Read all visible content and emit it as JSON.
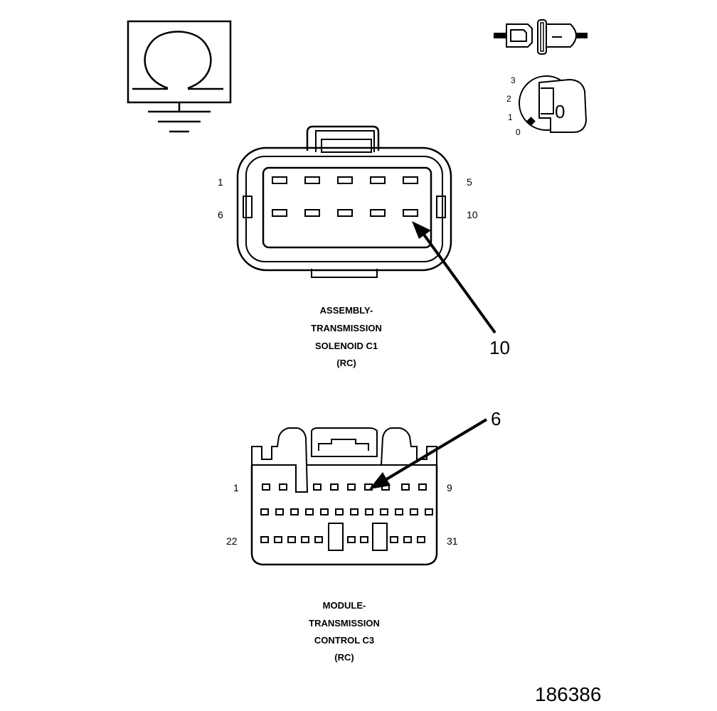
{
  "ohmmeter_symbol": {
    "icon": "ohm-ground-icon"
  },
  "test_lead_icon": {
    "icon": "test-lead-icon"
  },
  "ignition_switch": {
    "icon": "ignition-key-icon",
    "positions": [
      "3",
      "2",
      "1",
      "0"
    ],
    "key_label": "0"
  },
  "connector_c1": {
    "label_lines": [
      "ASSEMBLY-",
      "TRANSMISSION",
      "SOLENOID C1",
      "(RC)"
    ],
    "pin_labels": {
      "top_left": "1",
      "top_right": "5",
      "bottom_left": "6",
      "bottom_right": "10"
    },
    "callout": "10"
  },
  "connector_c3": {
    "label_lines": [
      "MODULE-",
      "TRANSMISSION",
      "CONTROL C3",
      "(RC)"
    ],
    "pin_labels": {
      "top_left": "1",
      "top_right": "9",
      "bottom_left": "22",
      "bottom_right": "31"
    },
    "callout": "6"
  },
  "figure_id": "186386"
}
